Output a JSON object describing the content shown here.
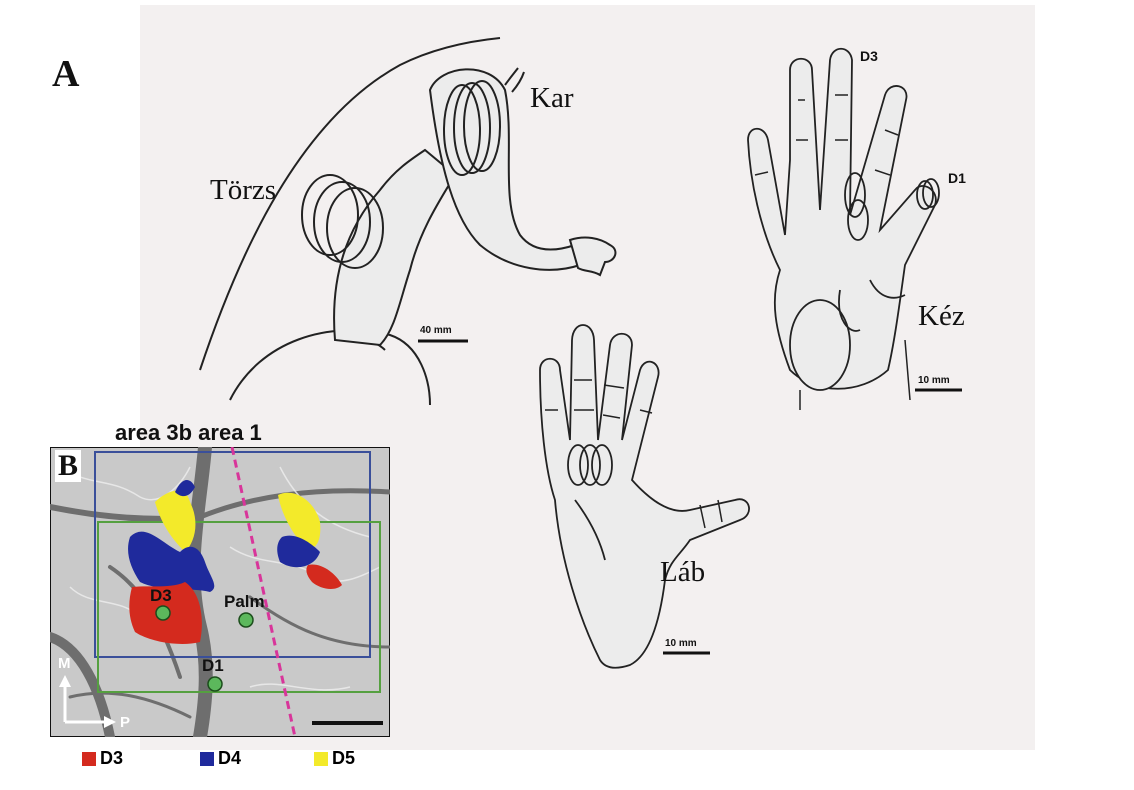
{
  "panel_a": {
    "letter": "A",
    "labels": {
      "torzs": "Törzs",
      "kar": "Kar",
      "kez": "Kéz",
      "lab": "Láb"
    },
    "digit_labels": {
      "d3": "D3",
      "d1": "D1"
    },
    "scale_bars": {
      "body": "40 mm",
      "hand": "10 mm",
      "foot": "10 mm"
    }
  },
  "panel_b": {
    "letter": "B",
    "title": "area 3b area 1",
    "sites": {
      "d3": "D3",
      "palm": "Palm",
      "d1": "D1"
    },
    "axes": {
      "medial": "M",
      "posterior": "P"
    },
    "legend": [
      {
        "label": "D3",
        "color": "#d42a1e"
      },
      {
        "label": "D4",
        "color": "#1f2a9c"
      },
      {
        "label": "D5",
        "color": "#f3ea2a"
      }
    ]
  }
}
